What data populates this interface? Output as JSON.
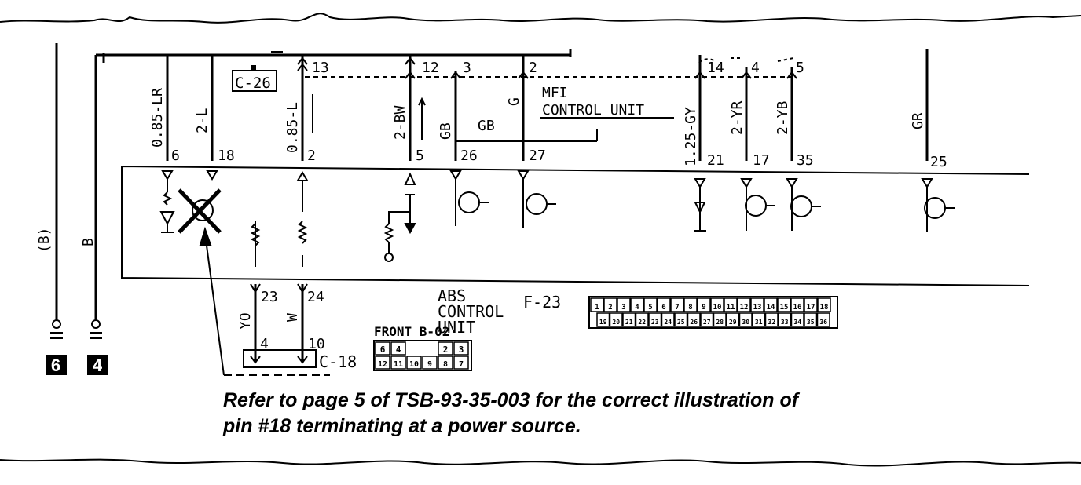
{
  "ground_labels": [
    "6",
    "4"
  ],
  "wire_labels_left": [
    "(B)",
    "B"
  ],
  "top_wires": [
    "0.85-LR",
    "2-L",
    "0.85-L",
    "2-BW",
    "GB",
    "G",
    "1.25-GY",
    "2-YR",
    "2-YB",
    "GR"
  ],
  "gb_branch": "GB",
  "connector_c26": "C-26",
  "mfi_pins": [
    "13",
    "12",
    "3",
    "2",
    "14",
    "4",
    "5"
  ],
  "mfi_unit": [
    "MFI",
    "CONTROL UNIT"
  ],
  "abs_pins_top": [
    "6",
    "18",
    "2",
    "5",
    "26",
    "27",
    "21",
    "17",
    "35",
    "25"
  ],
  "abs_pins_bottom": [
    "23",
    "24"
  ],
  "bottom_wires": [
    "YO",
    "W"
  ],
  "c18_pins": [
    "4",
    "10"
  ],
  "connector_c18": "C-18",
  "abs_unit": [
    "ABS",
    "CONTROL",
    "UNIT"
  ],
  "connector_f23": "F-23",
  "front_label": "FRONT B-02",
  "small_connector_top": [
    "6",
    "4",
    "",
    "",
    "2",
    "3"
  ],
  "small_connector_bottom": [
    "12",
    "11",
    "10",
    "9",
    "8",
    "7"
  ],
  "f23_row_top": [
    "1",
    "2",
    "3",
    "4",
    "5",
    "6",
    "7",
    "8",
    "9",
    "10",
    "11",
    "12",
    "13",
    "14",
    "15",
    "16",
    "17",
    "18"
  ],
  "f23_row_bottom": [
    "19",
    "20",
    "21",
    "22",
    "23",
    "24",
    "25",
    "26",
    "27",
    "28",
    "29",
    "30",
    "31",
    "32",
    "33",
    "34",
    "35",
    "36"
  ],
  "note_lines": [
    "Refer to page 5 of TSB-93-35-003 for the correct illustration of",
    "pin #18 terminating at a power source."
  ]
}
